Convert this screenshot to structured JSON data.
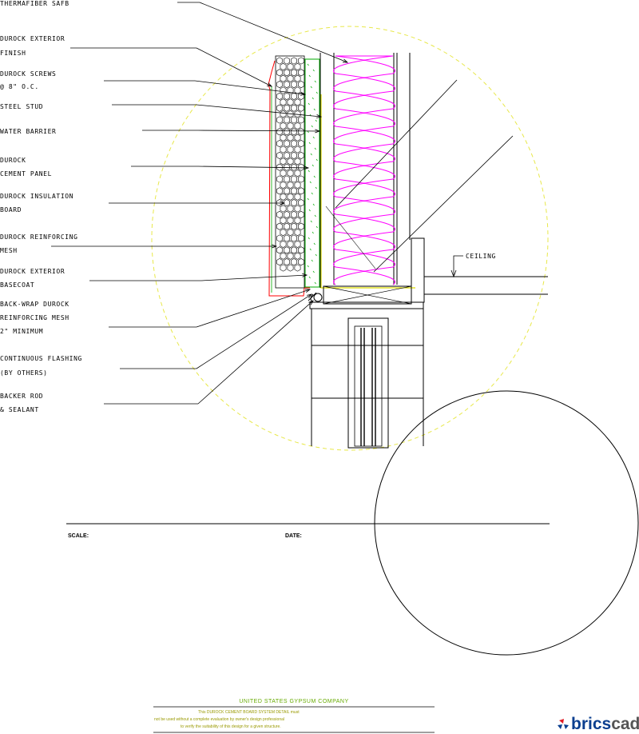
{
  "labels": [
    {
      "id": "thermafiber",
      "lines": [
        "THERMAFIBER SAFB"
      ]
    },
    {
      "id": "exterior-finish",
      "lines": [
        "DUROCK EXTERIOR",
        "FINISH"
      ]
    },
    {
      "id": "screws",
      "lines": [
        "DUROCK SCREWS",
        "@ 8\" O.C."
      ]
    },
    {
      "id": "steel-stud",
      "lines": [
        "STEEL STUD"
      ]
    },
    {
      "id": "water-barrier",
      "lines": [
        "WATER BARRIER"
      ]
    },
    {
      "id": "cement-panel",
      "lines": [
        "DUROCK",
        "CEMENT PANEL"
      ]
    },
    {
      "id": "insulation-board",
      "lines": [
        "DUROCK INSULATION",
        "BOARD"
      ]
    },
    {
      "id": "reinforcing-mesh",
      "lines": [
        "DUROCK REINFORCING",
        "MESH"
      ]
    },
    {
      "id": "basecoat",
      "lines": [
        "DUROCK EXTERIOR",
        "BASECOAT"
      ]
    },
    {
      "id": "backwrap",
      "lines": [
        "BACK-WRAP DUROCK",
        "REINFORCING MESH",
        "2\" MINIMUM"
      ]
    },
    {
      "id": "flashing",
      "lines": [
        "CONTINUOUS FLASHING",
        "(BY OTHERS)"
      ]
    },
    {
      "id": "backer-rod",
      "lines": [
        "BACKER ROD",
        "& SEALANT"
      ]
    }
  ],
  "ceiling_label": "CEILING",
  "title_block": {
    "scale_label": "SCALE:",
    "date_label": "DATE:",
    "company": "UNITED STATES GYPSUM COMPANY",
    "disclaimer": [
      "This DUROCK CEMENT BOARD SYSTEM DETAIL must",
      "not be used without a complete evaluation by owner's design professional",
      "to verify the suitability of this design for a given structure."
    ]
  },
  "brand": {
    "name_part1": "brics",
    "name_part2": "cad"
  },
  "colors": {
    "linework": "#000000",
    "insulation": "#ff00ff",
    "finish": "#ff0000",
    "panel": "#00aa00",
    "highlight": "#dddd00",
    "detail_circle": "#eeee44",
    "company_text": "#66aa00",
    "disclaimer_text": "#999900",
    "brand_blue": "#0b3f8f",
    "brand_red": "#e01b24",
    "brand_gray": "#555555"
  }
}
